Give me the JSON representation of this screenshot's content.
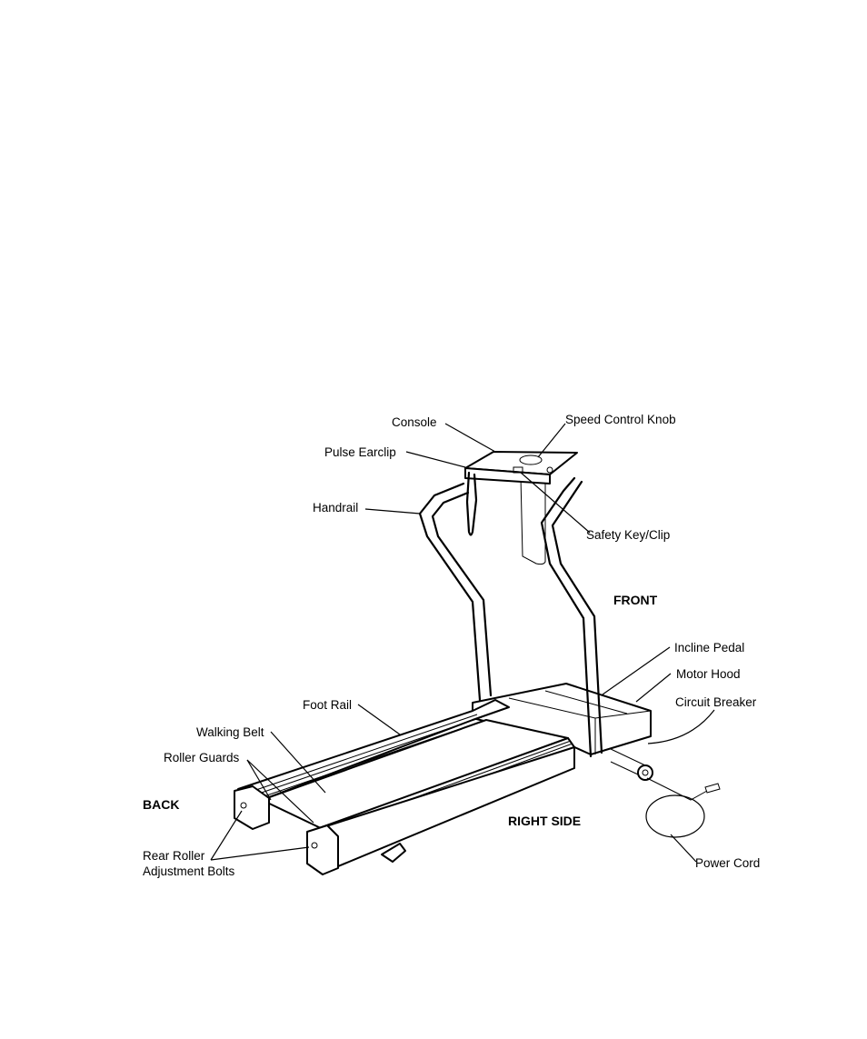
{
  "labels": {
    "console": "Console",
    "speed_control_knob": "Speed Control Knob",
    "pulse_earclip": "Pulse Earclip",
    "handrail": "Handrail",
    "safety_key_clip": "Safety Key/Clip",
    "front": "FRONT",
    "incline_pedal": "Incline Pedal",
    "motor_hood": "Motor Hood",
    "circuit_breaker": "Circuit Breaker",
    "foot_rail": "Foot Rail",
    "walking_belt": "Walking Belt",
    "roller_guards": "Roller Guards",
    "back": "BACK",
    "right_side": "RIGHT SIDE",
    "rear_roller_line1": "Rear Roller",
    "rear_roller_line2": "Adjustment Bolts",
    "power_cord": "Power Cord"
  }
}
